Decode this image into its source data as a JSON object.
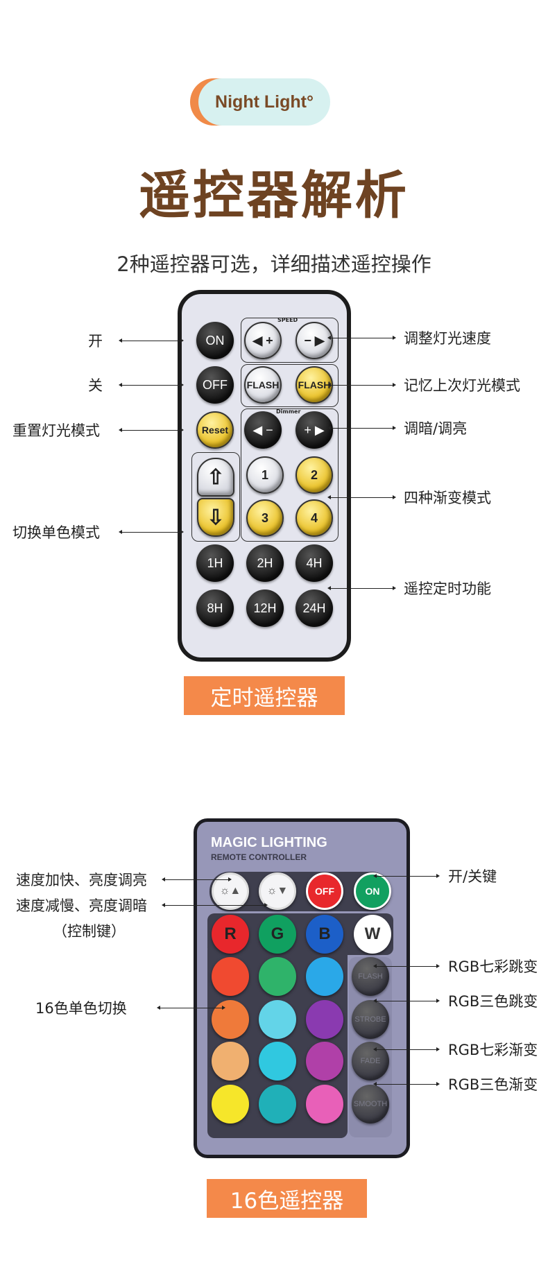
{
  "header": {
    "badge": "Night Light°",
    "title": "遥控器解析",
    "subtitle": "2种遥控器可选，详细描述遥控操作"
  },
  "remote1": {
    "name": "定时遥控器",
    "speed_label": "SPEED",
    "dimmer_label": "Dimmer",
    "buttons": {
      "on": "ON",
      "off": "OFF",
      "reset": "Reset",
      "speed_up": "◀ +",
      "speed_down": "− ▶",
      "flash1": "FLASH",
      "flash2": "FLASH",
      "dim_down": "◀ −",
      "dim_up": "+ ▶",
      "up": "⇧",
      "down": "⇩",
      "m1": "1",
      "m2": "2",
      "m3": "3",
      "m4": "4",
      "t1": "1H",
      "t2": "2H",
      "t4": "4H",
      "t8": "8H",
      "t12": "12H",
      "t24": "24H"
    },
    "labels_left": [
      "开",
      "关",
      "重置灯光模式",
      "切换单色模式"
    ],
    "labels_right": [
      "调整灯光速度",
      "记忆上次灯光模式",
      "调暗/调亮",
      "四种渐变模式",
      "遥控定时功能"
    ]
  },
  "remote2": {
    "name": "16色遥控器",
    "brand": "MAGIC LIGHTING",
    "brand_sub": "REMOTE CONTROLLER",
    "top_buttons": [
      "☼▲",
      "☼▼",
      "OFF",
      "ON"
    ],
    "top_colors": [
      "#f4f4f6",
      "#f4f4f6",
      "#e8282c",
      "#12a060"
    ],
    "grid": [
      {
        "label": "R",
        "color": "#e8272c"
      },
      {
        "label": "G",
        "color": "#10a060"
      },
      {
        "label": "B",
        "color": "#1c5fc8"
      },
      {
        "label": "W",
        "color": "#ffffff"
      },
      {
        "label": "",
        "color": "#f04a30"
      },
      {
        "label": "",
        "color": "#2fb36a"
      },
      {
        "label": "",
        "color": "#2aa8e8"
      },
      {
        "label": "",
        "color": "#ef7a3a"
      },
      {
        "label": "",
        "color": "#63d4e8"
      },
      {
        "label": "",
        "color": "#8a3ab0"
      },
      {
        "label": "",
        "color": "#f0b070"
      },
      {
        "label": "",
        "color": "#30c8e0"
      },
      {
        "label": "",
        "color": "#b040a8"
      },
      {
        "label": "",
        "color": "#f6e62a"
      },
      {
        "label": "",
        "color": "#20b0b8"
      },
      {
        "label": "",
        "color": "#e860b8"
      }
    ],
    "side_buttons": [
      "FLASH",
      "STROBE",
      "FADE",
      "SMOOTH"
    ],
    "labels_left": [
      "速度加快、亮度调亮",
      "速度减慢、亮度调暗",
      "（控制键）",
      "16色单色切换"
    ],
    "labels_right": [
      "开/关键",
      "RGB七彩跳变",
      "RGB三色跳变",
      "RGB七彩渐变",
      "RGB三色渐变"
    ]
  }
}
